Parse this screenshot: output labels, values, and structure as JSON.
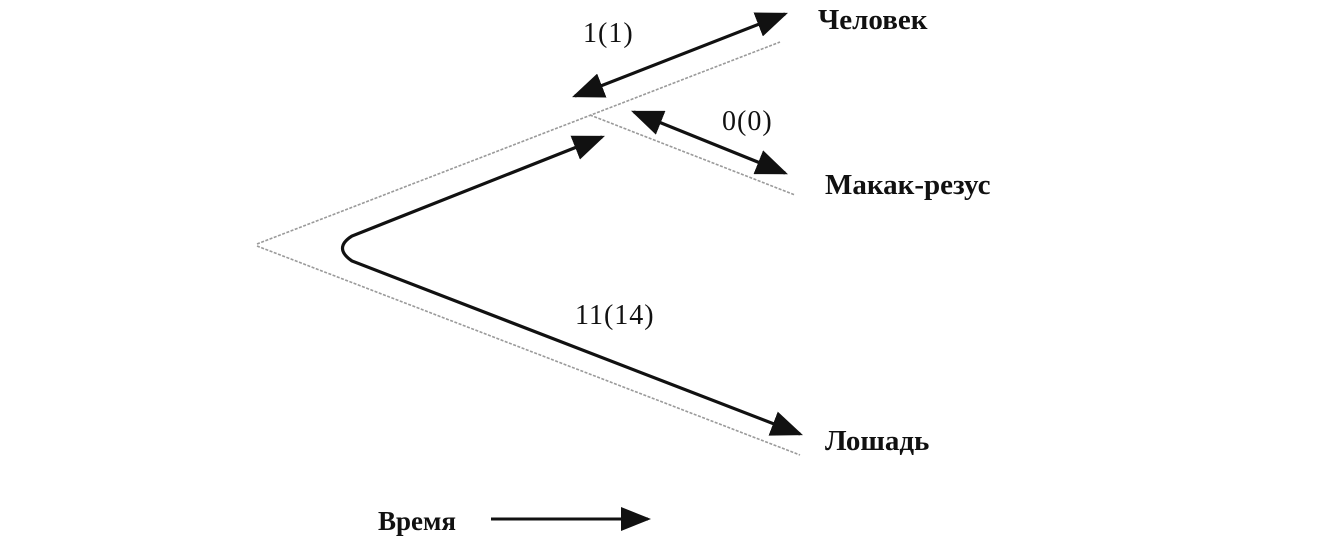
{
  "taxa": {
    "human": "Человек",
    "rhesus": "Макак-резус",
    "horse": "Лошадь"
  },
  "branch_counts": {
    "human": "1(1)",
    "rhesus": "0(0)",
    "horse": "11(14)"
  },
  "time_axis": {
    "label": "Время"
  },
  "colors": {
    "ink": "#111111",
    "tree_line": "#9a9a9a",
    "background": "#ffffff"
  }
}
